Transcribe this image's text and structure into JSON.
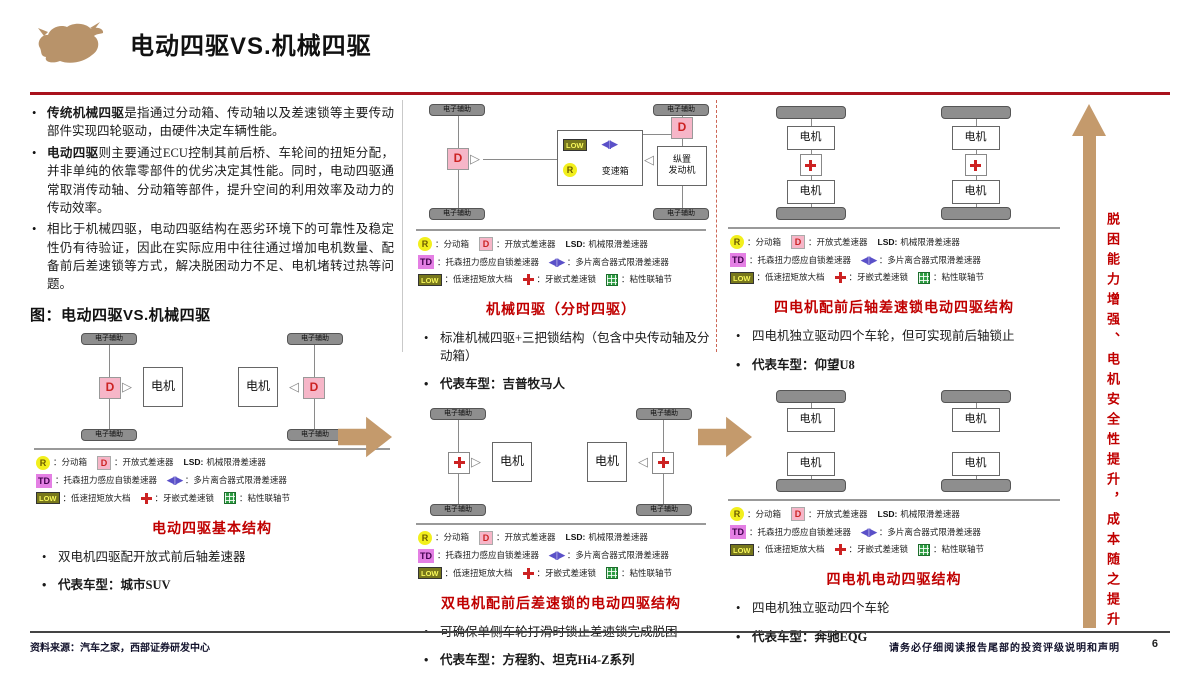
{
  "header": {
    "title": "电动四驱VS.机械四驱"
  },
  "colors": {
    "accent_line": "#a9121c",
    "heading_red": "#c00000",
    "arrow_tan": "#c49a6c",
    "d_pink": "#f6b6c8",
    "r_yellow": "#f2ef1d",
    "td_magenta": "#e47fe4",
    "low_olive": "#77771c",
    "viscous_green": "#2f9e44",
    "clutch_blue": "#5a50c8",
    "wheel_gray": "#8e8e8e"
  },
  "left_panel": {
    "bullets": [
      {
        "lead": "传统机械四驱",
        "text": "是指通过分动箱、传动轴以及差速锁等主要传动部件实现四轮驱动，由硬件决定车辆性能。"
      },
      {
        "lead": "电动四驱",
        "text": "则主要通过ECU控制其前后桥、车轮间的扭矩分配，并非单纯的依靠零部件的优劣决定其性能。同时，电动四驱通常取消传动轴、分动箱等部件，提升空间的利用效率及动力的传动效率。"
      },
      {
        "lead": "",
        "text": "相比于机械四驱，电动四驱结构在恶劣环境下的可靠性及稳定性仍有待验证，因此在实际应用中往往通过增加电机数量、配备前后差速锁等方式，解决脱困动力不足、电机堵转过热等问题。"
      }
    ],
    "figure_caption": "图：电动四驱VS.机械四驱"
  },
  "diagram_labels": {
    "wheel": "电子辅助",
    "motor": "电机",
    "d": "D",
    "r": "R",
    "low": "LOW",
    "gearbox": "变速箱",
    "engine_top": "纵置",
    "engine_bottom": "发动机"
  },
  "icons": {
    "tri_right": "▷",
    "tri_left": "◁",
    "clutch": "◀||▶"
  },
  "legend": {
    "r": "R",
    "r_text": "：分动箱",
    "d": "D",
    "d_text": "：开放式差速器",
    "lsd": "LSD:",
    "lsd_text": "机械限滑差速器",
    "td": "TD",
    "td_text": "：托森扭力感应自锁差速器",
    "clutch_text": "：多片离合器式限滑差速器",
    "low": "LOW",
    "low_text": "：低速扭矩放大档",
    "dog_text": "：牙嵌式差速锁",
    "viscous_text": "：粘性联轴节"
  },
  "sections": {
    "s1": {
      "heading": "电动四驱基本结构",
      "bullet1": "双电机四驱配开放式前后轴差速器",
      "bullet2": "代表车型：城市SUV"
    },
    "s2": {
      "heading": "机械四驱（分时四驱）",
      "bullet1": "标准机械四驱+三把锁结构（包含中央传动轴及分动箱）",
      "bullet2": "代表车型：吉普牧马人"
    },
    "s3": {
      "heading": "双电机配前后差速锁的电动四驱结构",
      "bullet1": "可确保单侧车轮打滑时锁止差速锁完成脱困",
      "bullet2": "代表车型：方程豹、坦克Hi4-Z系列"
    },
    "s4": {
      "heading": "四电机配前后轴差速锁电动四驱结构",
      "bullet1": "四电机独立驱动四个车轮，但可实现前后轴锁止",
      "bullet2": "代表车型：仰望U8"
    },
    "s5": {
      "heading": "四电机电动四驱结构",
      "bullet1": "四电机独立驱动四个车轮",
      "bullet2": "代表车型：奔驰EQG"
    }
  },
  "side_note": "脱困能力增强、电机安全性提升，成本随之提升",
  "footer": {
    "source": "资料来源：汽车之家，西部证券研发中心",
    "disclaimer": "请务必仔细阅读报告尾部的投资评级说明和声明",
    "page_number": "6"
  }
}
